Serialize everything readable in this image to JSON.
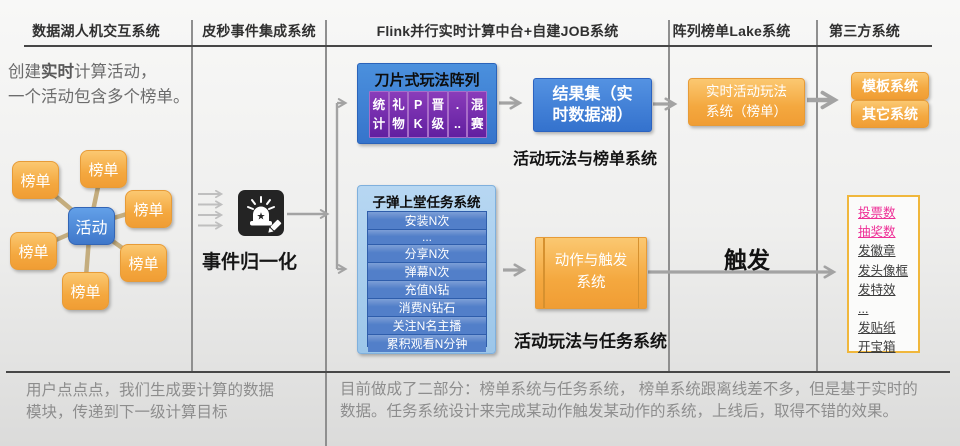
{
  "lanes": [
    "数据湖人机交互系统",
    "皮秒事件集成系统",
    "Flink并行实时计算中台+自建JOB系统",
    "阵列榜单Lake系统",
    "第三方系统"
  ],
  "intro": {
    "pre": "创建",
    "emph": "实时",
    "post": "计算活动，",
    "line2": "一个活动包含多个榜单。"
  },
  "cluster": {
    "center_label": "活动",
    "satellite_labels": [
      "榜单",
      "榜单",
      "榜单",
      "榜单",
      "榜单",
      "榜单"
    ]
  },
  "event_pipeline": {
    "label": "事件归一化",
    "icon": "alarm-edit-icon"
  },
  "blade_box": {
    "title": "刀片式玩法阵列",
    "pills": [
      {
        "l1": "统",
        "l2": "计"
      },
      {
        "l1": "礼",
        "l2": "物"
      },
      {
        "l1": "P",
        "l2": "K"
      },
      {
        "l1": "晋",
        "l2": "级"
      },
      {
        "l1": ".",
        "l2": ".."
      },
      {
        "l1": "混",
        "l2": "赛"
      }
    ]
  },
  "result_box": {
    "label": "结果集（实时数据湖）"
  },
  "section_labels": {
    "leaderboard": "活动玩法与榜单系统",
    "task": "活动玩法与任务系统"
  },
  "realtime_box": {
    "label": "实时活动玩法系统（榜单）"
  },
  "third_party": {
    "template": "模板系统",
    "other": "其它系统"
  },
  "task_box": {
    "title": "子弹上堂任务系统",
    "rows": [
      "安装N次",
      "...",
      "分享N次",
      "弹幕N次",
      "充值N钻",
      "消费N钻石",
      "关注N名主播",
      "累积观看N分钟"
    ]
  },
  "action_box": {
    "label": "动作与触发系统"
  },
  "trigger": {
    "label": "触发",
    "items": [
      {
        "text": "投票数",
        "highlight": true
      },
      {
        "text": "抽奖数",
        "highlight": true
      },
      {
        "text": "发徽章",
        "highlight": false
      },
      {
        "text": "发头像框",
        "highlight": false
      },
      {
        "text": "发特效",
        "highlight": false
      },
      {
        "text": "...",
        "highlight": false
      },
      {
        "text": "发贴纸",
        "highlight": false
      },
      {
        "text": "开宝箱",
        "highlight": false
      }
    ]
  },
  "notes": {
    "left": "用户点点点，我们生成要计算的数据模块，传递到下一级计算目标",
    "right": "目前做成了二部分：榜单系统与任务系统， 榜单系统跟离线差不多，但是基于实时的数据。任务系统设计来完成某动作触发某动作的系统，上线后，取得不错的效果。"
  },
  "colors": {
    "accent_blue": "#3d7ed2",
    "accent_orange": "#f5a93f",
    "purple": "#7b2fa8",
    "pink": "#ee2e96",
    "gold_border": "#f0b73c",
    "tan_line": "#c4ad7e",
    "arrow_gray": "#a3a3a3"
  }
}
